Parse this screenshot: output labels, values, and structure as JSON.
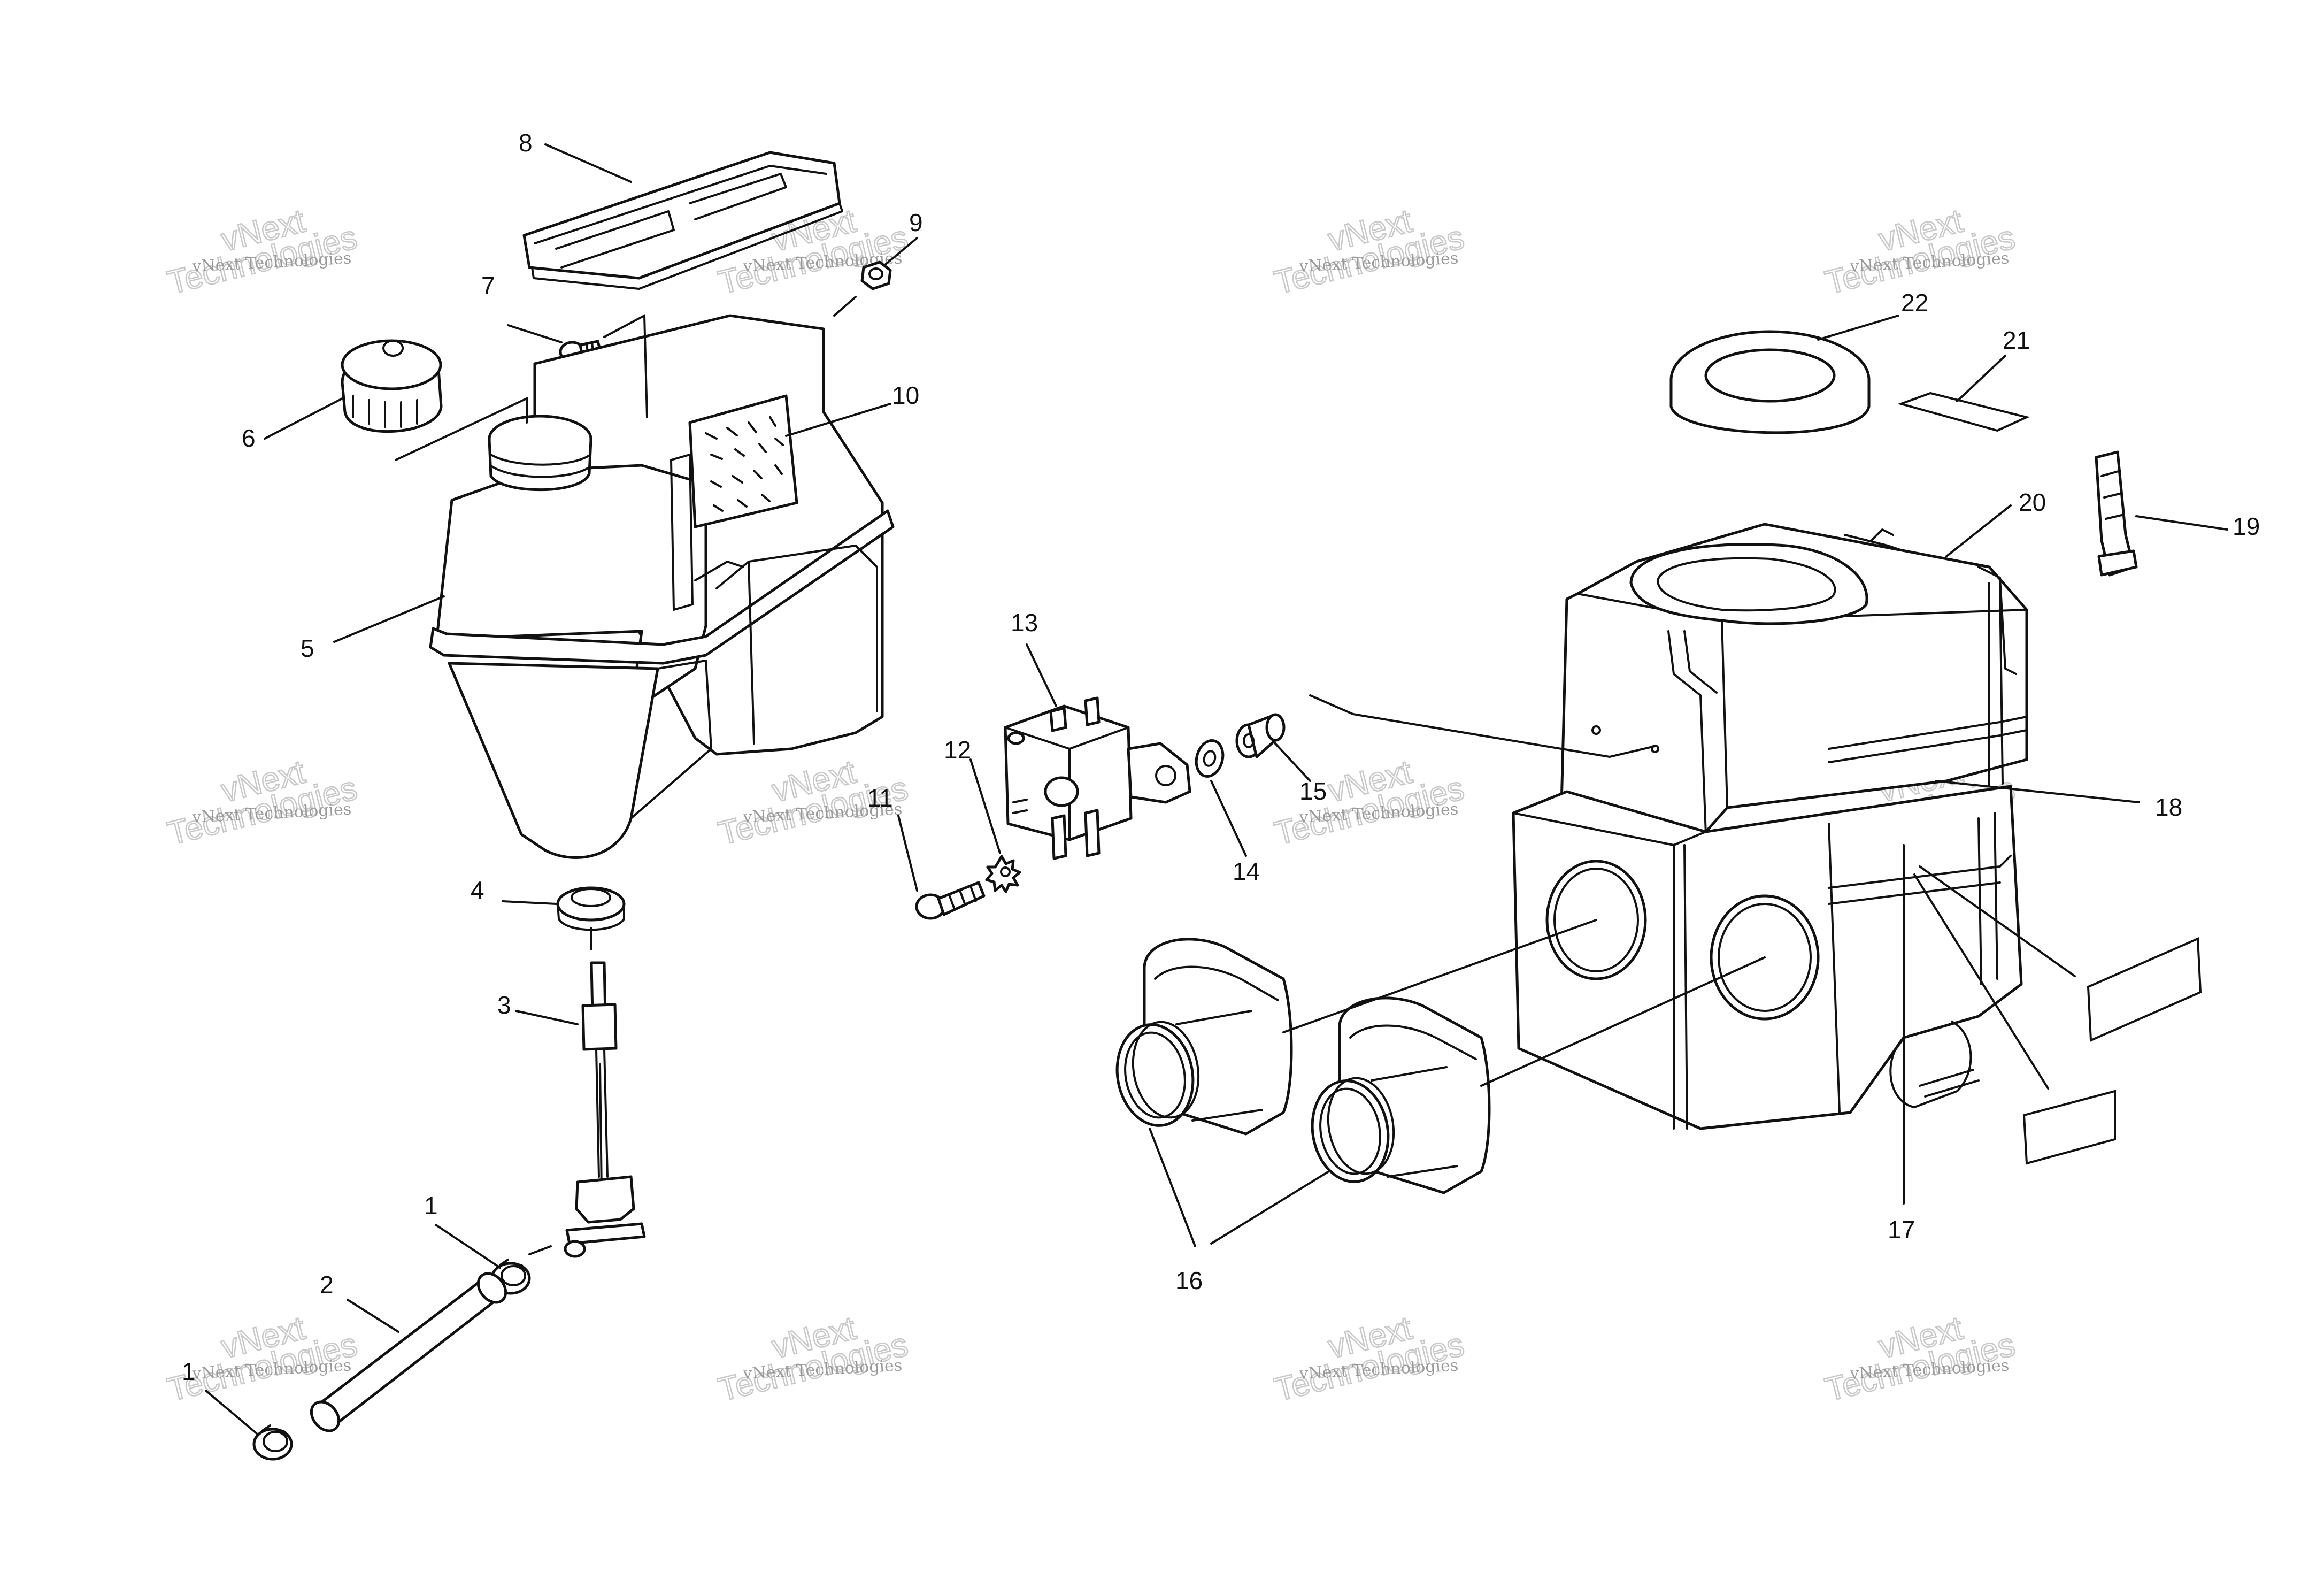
{
  "diagram": {
    "callouts": [
      {
        "id": "1a",
        "text": "1"
      },
      {
        "id": "1b",
        "text": "1"
      },
      {
        "id": "2",
        "text": "2"
      },
      {
        "id": "3",
        "text": "3"
      },
      {
        "id": "4",
        "text": "4"
      },
      {
        "id": "5",
        "text": "5"
      },
      {
        "id": "6",
        "text": "6"
      },
      {
        "id": "7",
        "text": "7"
      },
      {
        "id": "8",
        "text": "8"
      },
      {
        "id": "9",
        "text": "9"
      },
      {
        "id": "10",
        "text": "10"
      },
      {
        "id": "11",
        "text": "11"
      },
      {
        "id": "12",
        "text": "12"
      },
      {
        "id": "13",
        "text": "13"
      },
      {
        "id": "14",
        "text": "14"
      },
      {
        "id": "15",
        "text": "15"
      },
      {
        "id": "16",
        "text": "16"
      },
      {
        "id": "17",
        "text": "17"
      },
      {
        "id": "18",
        "text": "18"
      },
      {
        "id": "19",
        "text": "19"
      },
      {
        "id": "20",
        "text": "20"
      },
      {
        "id": "21",
        "text": "21"
      },
      {
        "id": "22",
        "text": "22"
      }
    ],
    "watermark": {
      "small": "vNext Technologies",
      "big_top": "vNext",
      "big_bottom": "Technologies"
    },
    "colors": {
      "line": "#111111",
      "watermark": "#9a9a9a",
      "background": "#ffffff"
    }
  }
}
